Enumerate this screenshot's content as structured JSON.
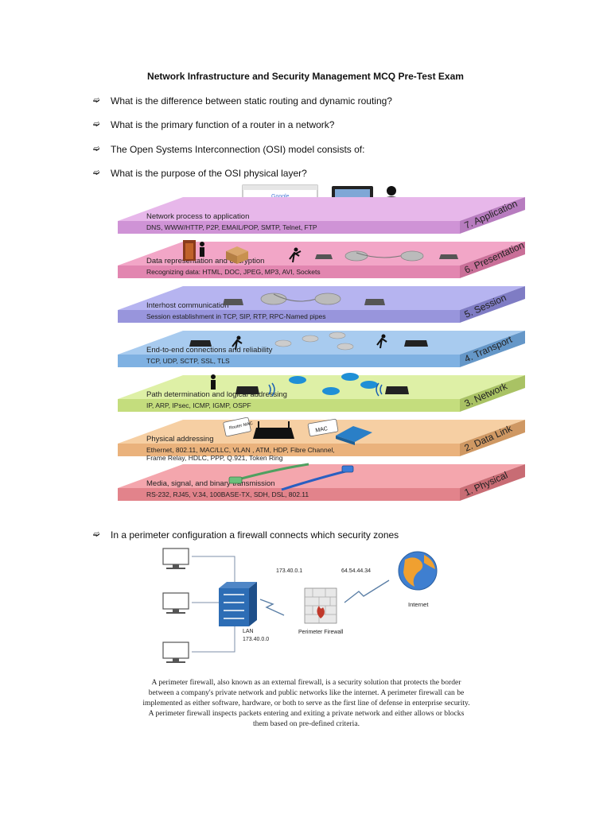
{
  "title": "Network Infrastructure and Security Management  MCQ Pre-Test Exam",
  "bullet_glyph": "➫",
  "questions": [
    "What is the difference between static routing and dynamic routing?",
    "What is the primary function of a router in a network?",
    "The Open Systems Interconnection (OSI) model consists of:",
    "What is the purpose of the OSI physical layer?",
    "In a perimeter configuration a firewall connects which security zones"
  ],
  "osi_layers": [
    {
      "label": "7. Application",
      "title": "Network process to application",
      "protocols": "DNS, WWW/HTTP, P2P, EMAIL/POP, SMTP, Telnet, FTP",
      "color": "#e7b7ea",
      "front": "#cf93d6",
      "side": "#b77cbf"
    },
    {
      "label": "6. Presentation",
      "title": "Data representation and encryption",
      "protocols": "Recognizing data: HTML, DOC, JPEG, MP3, AVI, Sockets",
      "color": "#f2a6c7",
      "front": "#e286b0",
      "side": "#c96f98"
    },
    {
      "label": "5. Session",
      "title": "Interhost communication",
      "protocols": "Session establishment in TCP, SIP, RTP, RPC-Named pipes",
      "color": "#b6b4f0",
      "front": "#9895dc",
      "side": "#7f7cc4"
    },
    {
      "label": "4. Transport",
      "title": "End-to-end connections and reliability",
      "protocols": "TCP, UDP, SCTP, SSL, TLS",
      "color": "#a8cbef",
      "front": "#7fb1e2",
      "side": "#6597c8"
    },
    {
      "label": "3. Network",
      "title": "Path determination and logical addressing",
      "protocols": "IP, ARP, IPsec, ICMP, IGMP, OSPF",
      "color": "#def0a6",
      "front": "#c4dd7d",
      "side": "#a9c264"
    },
    {
      "label": "2. Data Link",
      "title": "Physical addressing",
      "protocols": "Ethernet, 802.11, MAC/LLC, VLAN , ATM, HDP, Fibre Channel,",
      "protocols2": "Frame Relay, HDLC,  PPP, Q.921, Token Ring",
      "color": "#f6cfa3",
      "front": "#eab27c",
      "side": "#cf9863"
    },
    {
      "label": "1. Physical",
      "title": "Media, signal, and binary transmission",
      "protocols": "RS-232, RJ45, V.34, 100BASE-TX, SDH, DSL, 802.11",
      "color": "#f4a6ad",
      "front": "#e2838b",
      "side": "#c86c74"
    }
  ],
  "osi_icons": {
    "search_logo": "Google",
    "router_mac_tag": "Router MAC",
    "mac_tag": "MAC"
  },
  "network_diagram": {
    "ip_firewall_in": "173.40.0.1",
    "ip_firewall_out": "64.54.44.34",
    "lan_label": "LAN",
    "lan_ip": "173.40.0.0",
    "firewall_label": "Perimeter Firewall",
    "internet_label": "Internet"
  },
  "caption": [
    "A perimeter firewall, also known as an external firewall, is a security solution that protects the border",
    "between a company's private network and public networks like the internet. A perimeter firewall can be",
    "implemented as either software, hardware, or both to serve as the first line of defense in enterprise security.",
    "A perimeter firewall inspects packets entering and exiting a private network and either allows or blocks",
    "them based on pre-defined criteria."
  ]
}
